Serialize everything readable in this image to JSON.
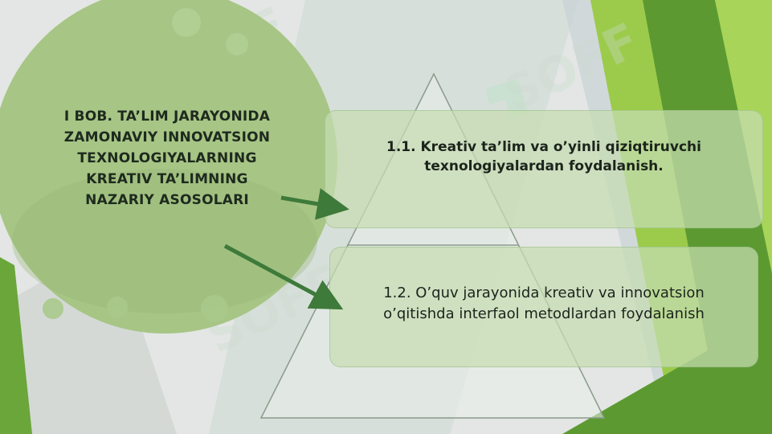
{
  "heading_lines": [
    "I BOB. TA’LIM JARAYONIDA",
    "ZAMONAVIY INNOVATSION",
    "TEXNOLOGIYALARNING",
    "KREATIV TA’LIMNING",
    "NAZARIY ASOSOLARI"
  ],
  "items": [
    {
      "lines": [
        "1.1. Kreativ ta’lim va o’yinli qiziqtiruvchi",
        "texnologiyalardan foydalanish."
      ]
    },
    {
      "lines": [
        "1.2. O’quv jarayonida kreativ va innovatsion",
        "o’qitishda interfaol metodlardan foydalanish"
      ]
    }
  ],
  "watermark_text": "SOFF",
  "colors": {
    "circle": "#a7c585",
    "box_fill": "#c6dcb2",
    "arrow": "#3e7a3a",
    "green_dark": "#5c9a31",
    "green_light": "#9ccb4c"
  }
}
